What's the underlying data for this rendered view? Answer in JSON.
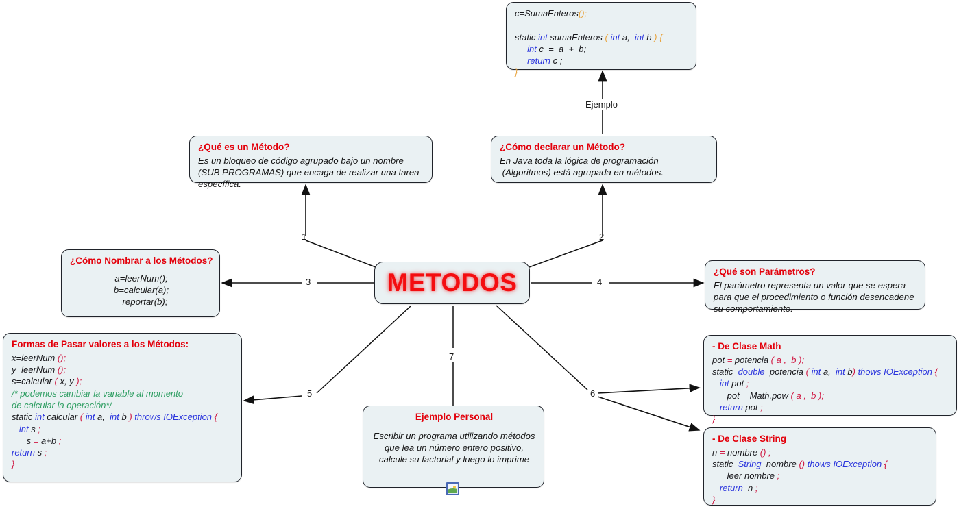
{
  "diagram": {
    "title": "METODOS",
    "central_color": "#f40d10",
    "node_bg": "#eaf1f3",
    "node_border": "#20232a",
    "heading_color": "#e3000b"
  },
  "nodes": {
    "ejemplo_code": {
      "lines": [
        "c=SumaEnteros();",
        "",
        "static int sumaEnteros ( int a,  int b ) {",
        "     int c  =  a  +  b;",
        "     return c ;",
        "}"
      ]
    },
    "que_es": {
      "title": "¿Qué es un Método?",
      "body": "Es un bloqueo de código agrupado bajo un nombre\n(SUB PROGRAMAS) que encaga de realizar una tarea\nespecífica."
    },
    "como_declarar": {
      "title": "¿Cómo declarar un Método?",
      "body": "En Java toda la lógica de programación\n (Algoritmos) está agrupada en métodos."
    },
    "como_nombrar": {
      "title": "¿Cómo Nombrar a los Métodos?",
      "body": "a=leerNum();\nb=calcular(a);\n   reportar(b);"
    },
    "parametros": {
      "title": "¿Qué son Parámetros?",
      "body": "El parámetro representa un valor que se espera\npara que el procedimiento o función desencadene\nsu comportamiento."
    },
    "formas": {
      "title": "Formas de Pasar valores a los Métodos:",
      "lines": [
        "x=leerNum ();",
        "y=leerNum ();",
        "s=calcular ( x, y );",
        "/* podemos cambiar la variable al momento",
        "de calcular la operación*/",
        "static int calcular ( int a,  int b ) throws IOException {",
        "   int s ;",
        "      s = a+b ;",
        "return s ;",
        "}"
      ]
    },
    "clase_math": {
      "title": "- De Clase Math",
      "lines": [
        "pot = potencia ( a ,  b );",
        "static  double  potencia ( int a,  int b) thows IOException {",
        "   int pot ;",
        "      pot = Math.pow ( a ,  b );",
        "   return pot ;",
        "}"
      ]
    },
    "clase_string": {
      "title": "- De Clase String",
      "lines": [
        "n = nombre () ;",
        "static  String  nombre () thows IOException {",
        "      leer nombre ;",
        "   return  n ;",
        "}"
      ]
    },
    "ejemplo_personal": {
      "title": "_  Ejemplo Personal  _",
      "body": "Escribir un programa utilizando métodos\nque lea un número entero positivo,\ncalcule su factorial y luego lo imprime",
      "icon": "broken-image-icon"
    }
  },
  "edges": {
    "labels": [
      {
        "id": "e1",
        "text": "1"
      },
      {
        "id": "e2",
        "text": "2"
      },
      {
        "id": "e3",
        "text": "3"
      },
      {
        "id": "e4",
        "text": "4"
      },
      {
        "id": "e5",
        "text": "5"
      },
      {
        "id": "e6",
        "text": "6"
      },
      {
        "id": "e7",
        "text": "7"
      },
      {
        "id": "e-ejemplo",
        "text": "Ejemplo"
      }
    ]
  }
}
